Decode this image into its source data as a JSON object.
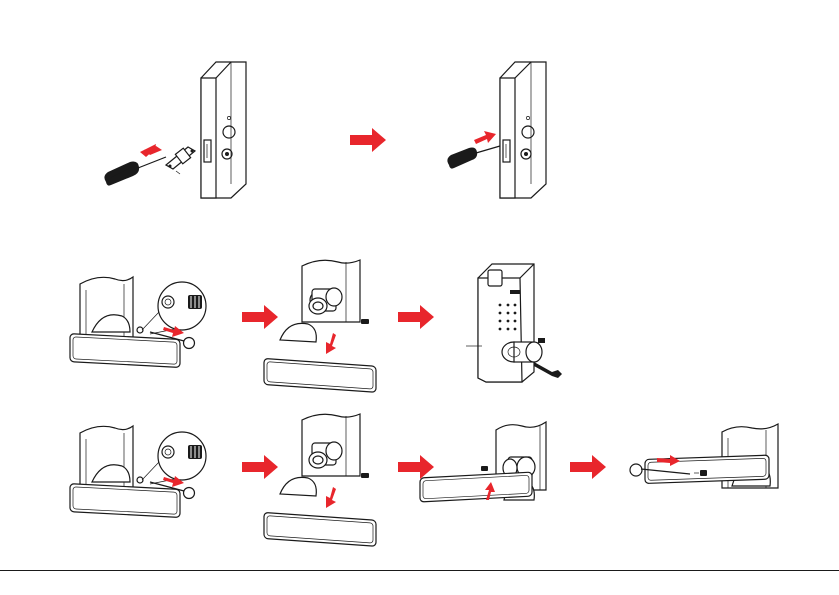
{
  "diagram": {
    "arrow_color": "#e8262c",
    "line_color": "#1a1a1a",
    "background": "#ffffff",
    "rows": [
      {
        "name": "latch-direction-change",
        "panels": [
          "door-edge-unscrew-faceplate",
          "door-edge-screw-faceplate"
        ]
      },
      {
        "name": "handle-removal-for-key-cylinder",
        "panels": [
          "lever-with-pin-tool",
          "lever-removed-from-spindle",
          "lock-body-with-key-cylinder"
        ]
      },
      {
        "name": "handle-reversal",
        "panels": [
          "lever-with-pin-tool",
          "lever-removed-from-spindle",
          "lever-flipped-and-reinstalled",
          "pin-tool-reinserted"
        ]
      }
    ],
    "icons": [
      "screwdriver-icon",
      "pin-key-tool-icon",
      "lever-handle-icon",
      "keypad-lock-icon",
      "door-panel-icon"
    ]
  }
}
